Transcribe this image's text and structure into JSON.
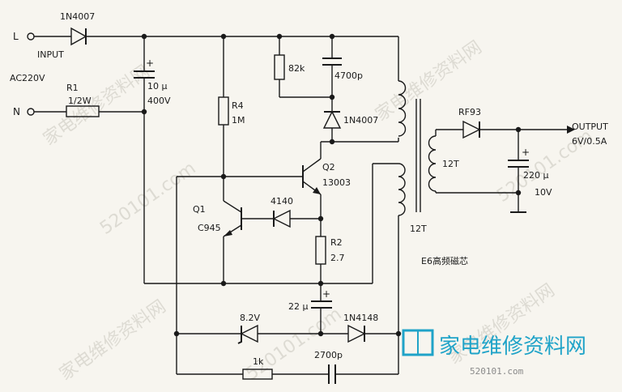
{
  "labels": {
    "l_terminal": "L",
    "input": "INPUT",
    "ac": "AC220V",
    "n_terminal": "N",
    "d_input": "1N4007",
    "r1": "R1",
    "r1_val": "1/2W",
    "c_bulk_val": "10 µ",
    "c_bulk_v": "400V",
    "r4": "R4",
    "r4_val": "1M",
    "r82k": "82k",
    "c4700": "4700p",
    "d_snub": "1N4007",
    "q2": "Q2",
    "q2_part": "13003",
    "q1": "Q1",
    "q1_part": "C945",
    "d4140": "4140",
    "r2": "R2",
    "r2_val": "2.7",
    "c22u": "22 µ",
    "z82v": "8.2V",
    "d1n4148": "1N4148",
    "r1k": "1k",
    "c2700": "2700p",
    "fb_turns": "12T",
    "core": "E6高频磁芯",
    "sec_turns": "12T",
    "rf93": "RF93",
    "output": "OUTPUT",
    "output_spec": "6V/0.5A",
    "cout_val": "220 µ",
    "cout_v": "10V"
  },
  "watermark": {
    "text": "家电维修资料网",
    "url": "520101.com",
    "logo_text": "家电维修资料网",
    "logo_url": "520101.com"
  },
  "colors": {
    "line": "#1a1a1a",
    "background": "#f7f5ef",
    "logo_accent": "#1fa3c8"
  }
}
